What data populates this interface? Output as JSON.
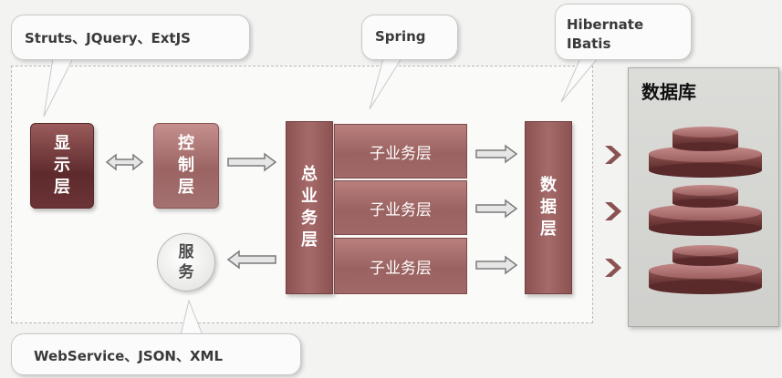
{
  "callouts": {
    "presentation_tech": "Struts、JQuery、ExtJS",
    "spring": "Spring",
    "orm_line1": "Hibernate",
    "orm_line2": "IBatis",
    "service_tech": "WebService、JSON、XML"
  },
  "layers": {
    "display": [
      "显",
      "示",
      "层"
    ],
    "control": [
      "控",
      "制",
      "层"
    ],
    "service": [
      "服",
      "务"
    ],
    "business_total": [
      "总",
      "业",
      "务",
      "层"
    ],
    "sub_business": [
      "子业务层",
      "子业务层",
      "子业务层"
    ],
    "data": [
      "数",
      "据",
      "层"
    ]
  },
  "database": {
    "title": "数据库"
  },
  "colors": {
    "dark_block": "#6b3436",
    "mid_block": "#a47170",
    "arrow": "#7a7a7a"
  }
}
